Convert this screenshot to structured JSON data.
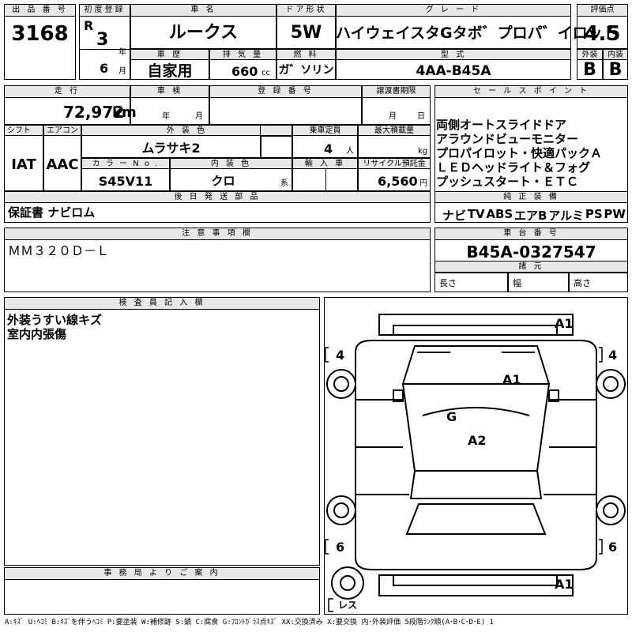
{
  "header_labels": {
    "lot_no": "出 品 番 号",
    "first_reg": "初度登録",
    "car_name": "車 名",
    "door": "ドア形状",
    "grade": "グ レ ー ド",
    "score": "評価点",
    "ownership": "車 歴",
    "displacement": "排 気 量",
    "fuel": "燃 料",
    "model_code": "型 式",
    "exterior": "外装",
    "interior": "内装",
    "mileage": "走 行",
    "inspection": "車 検",
    "registration": "登 録 番 号",
    "transfer_deadline": "譲渡書期限",
    "sales_points": "セ ー ル ス ポ イ ン ト",
    "shift": "シフト",
    "aircon": "エアコン",
    "ext_color": "外 装 色",
    "capacity": "乗車定員",
    "max_load": "最大積載量",
    "color_no": "カ ラ ー N o .",
    "int_color": "内 装 色",
    "import": "輸 入 車",
    "recycle": "リサイクル預託金",
    "later_parts": "後 日 発 送 部 品",
    "standard_equip": "純 正 装 備",
    "notes": "注 意 事 項 欄",
    "chassis": "車 台 番 号",
    "dimensions": "諸 元",
    "inspector": "検 査 員 記 入 欄",
    "office": "事 務 局 よ り ご 案 内"
  },
  "units": {
    "year": "年",
    "month": "月",
    "cc": "cc",
    "km": "km",
    "people": "人",
    "kg": "kg",
    "yen": "円",
    "kei": "系"
  },
  "vehicle": {
    "lot_no": "3168",
    "era": "R",
    "year": "3",
    "month": "6",
    "name": "ルークス",
    "door": "5W",
    "grade": "ハイウェイスタGタボ゛プロパ゛イロット",
    "score": "4.5",
    "ownership": "自家用",
    "displacement": "660",
    "fuel": "ガ゛ソリン",
    "model_code": "4AA-B45A",
    "exterior_grade": "B",
    "interior_grade": "B",
    "mileage": "72,972",
    "shift": "IAT",
    "aircon": "AAC",
    "ext_color": "ムラサキ2",
    "capacity": "4",
    "color_no": "S45V11",
    "int_color": "クロ",
    "recycle": "6,560",
    "chassis": "B45A-0327547"
  },
  "sales_points": [
    "両側オートスライドドア",
    "アラウンドビューモニター",
    "プロパイロット・快適パックＡ",
    "ＬＥＤヘッドライト＆フォグ",
    "プッシュスタート・ＥＴＣ"
  ],
  "later_parts": "保証書 ナビロム",
  "equipment": [
    "ナビ",
    "TV",
    "ABS",
    "エアB",
    "アルミ",
    "PS",
    "PW"
  ],
  "notes": "ＭＭ３２０Ｄ－Ｌ",
  "dimensions": {
    "length": "長さ",
    "width": "幅",
    "height": "高さ"
  },
  "inspector_notes": [
    "外装うすい線キズ",
    "室内内張傷"
  ],
  "diagram": {
    "marks": [
      "A1",
      "A1",
      "G",
      "A2",
      "A1"
    ],
    "tire_labels": [
      "4",
      "4",
      "6",
      "6"
    ],
    "spare_label": "レス"
  },
  "legend": "A:ｷｽﾞ U:ﾍｺﾐ B:ｷｽﾞを伴うﾍｺﾐ P:要塗装 W:補修跡 S:錆 C:腐食 G:ﾌﾛﾝﾄｶﾞﾗｽ点ｷｽﾞ XX:交換済み X:要交換 内･外装評価 5段階ﾗﾝｸ順(A･B･C･D･E) 1"
}
